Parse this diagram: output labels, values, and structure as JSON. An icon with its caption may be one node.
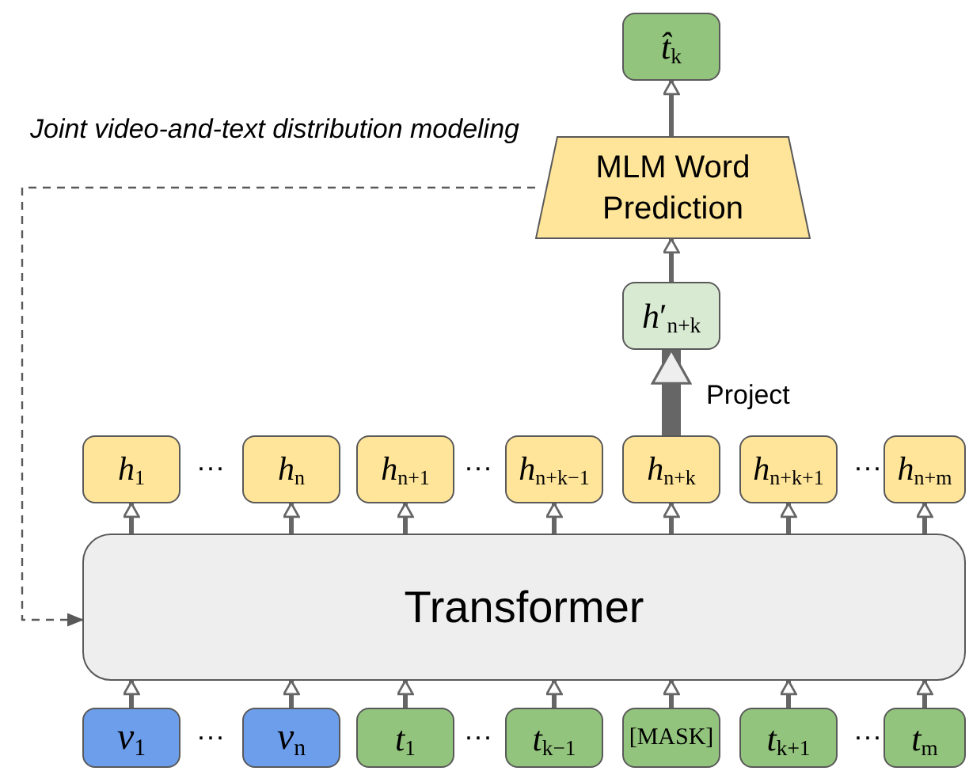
{
  "diagram": {
    "nodes": [
      {
        "text": [
          "*t̂*$_{k}$"
        ]
      },
      {
        "text": [
          "MLM Word Prediction"
        ]
      },
      {
        "text": [
          "*h*′$_{n+k}$"
        ]
      },
      {
        "text": [
          "*h*$_{1}$"
        ]
      },
      {
        "text": [
          "*h*$_{n}$"
        ]
      },
      {
        "text": [
          "*h*$_{n+1}$"
        ]
      },
      {
        "text": [
          "*h*$_{n+k−1}$"
        ]
      },
      {
        "text": [
          "*h*$_{n+k}$"
        ]
      },
      {
        "text": [
          "*h*$_{n+k+1}$"
        ]
      },
      {
        "text": [
          "*h*$_{n+m}$"
        ]
      },
      {
        "text": [
          "Transformer"
        ]
      },
      {
        "text": [
          "*v*$_{1}$"
        ]
      },
      {
        "text": [
          "*v*$_{n}$"
        ]
      },
      {
        "text": [
          "*t*$_{1}$"
        ]
      },
      {
        "text": [
          "*t*$_{k−1}$"
        ]
      },
      {
        "text": [
          "[MASK]"
        ]
      },
      {
        "text": [
          "*t*$_{k+1}$"
        ]
      },
      {
        "text": [
          "*t*$_{m}$"
        ]
      }
    ],
    "edges": [
      {
        "from": 1,
        "to": 0,
        "arrow": "to"
      },
      {
        "from": 2,
        "to": 1,
        "arrow": "to"
      },
      {
        "from": 7,
        "to": 2,
        "arrow": "to",
        "label": "Project",
        "style": "thick"
      },
      {
        "from": 1,
        "to": 10,
        "arrow": "to",
        "label": "Joint video-and-text distribution modeling",
        "style": "dashed"
      },
      {
        "from": 10,
        "to": 3,
        "arrow": "to"
      },
      {
        "from": 10,
        "to": 4,
        "arrow": "to"
      },
      {
        "from": 10,
        "to": 5,
        "arrow": "to"
      },
      {
        "from": 10,
        "to": 6,
        "arrow": "to"
      },
      {
        "from": 10,
        "to": 7,
        "arrow": "to"
      },
      {
        "from": 10,
        "to": 8,
        "arrow": "to"
      },
      {
        "from": 10,
        "to": 9,
        "arrow": "to"
      },
      {
        "from": 11,
        "to": 10,
        "arrow": "to"
      },
      {
        "from": 12,
        "to": 10,
        "arrow": "to"
      },
      {
        "from": 13,
        "to": 10,
        "arrow": "to"
      },
      {
        "from": 14,
        "to": 10,
        "arrow": "to"
      },
      {
        "from": 15,
        "to": 10,
        "arrow": "to"
      },
      {
        "from": 16,
        "to": 10,
        "arrow": "to"
      },
      {
        "from": 17,
        "to": 10,
        "arrow": "to"
      }
    ],
    "labels": [
      "···",
      "···",
      "···",
      "···",
      "···",
      "···"
    ]
  }
}
